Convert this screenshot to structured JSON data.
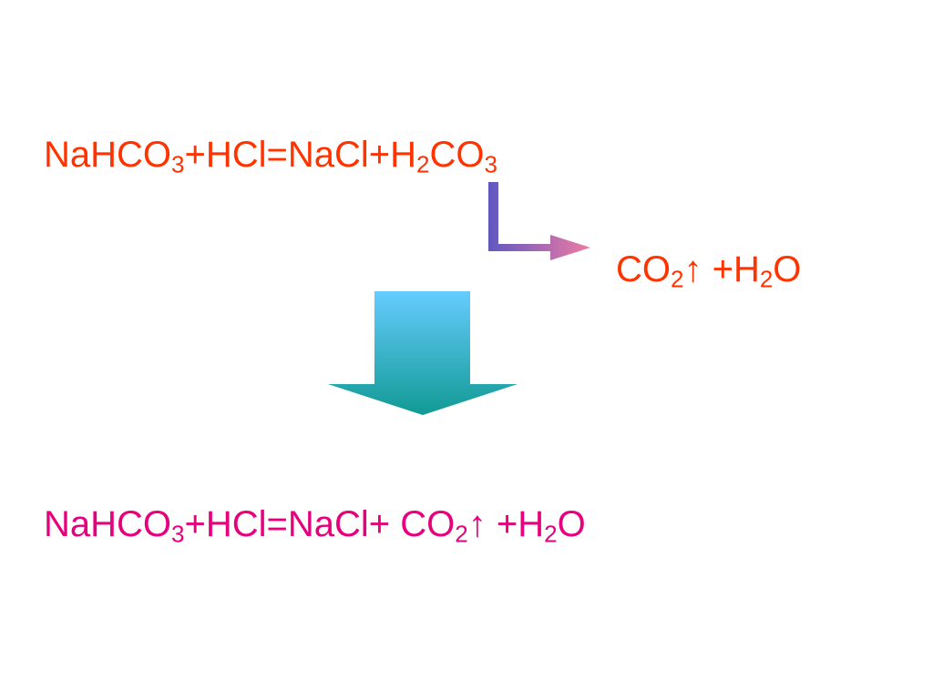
{
  "colors": {
    "reaction_color": "#ff3300",
    "final_color": "#e6007e",
    "bend_arrow_start": "#5f58c0",
    "bend_arrow_end": "#f07aa3",
    "down_arrow_top": "#66ccff",
    "down_arrow_bottom": "#119a94"
  },
  "equation_1": {
    "p1": "NaHCO",
    "s1": "3",
    "p2": "+HCl=NaCl+H",
    "s2": "2",
    "p3": "CO",
    "s3": "3"
  },
  "decomposition": {
    "p1": "CO",
    "s1": "2",
    "p2": "↑ +H",
    "s2": "2",
    "p3": "O"
  },
  "equation_final": {
    "p1": "NaHCO",
    "s1": "3",
    "p2": "+HCl=NaCl+ CO",
    "s2": "2",
    "p3": "↑ +H",
    "s3": "2",
    "p4": "O"
  },
  "icons": {
    "bend_arrow": "bent-right-arrow-icon",
    "down_arrow": "down-block-arrow-icon"
  }
}
